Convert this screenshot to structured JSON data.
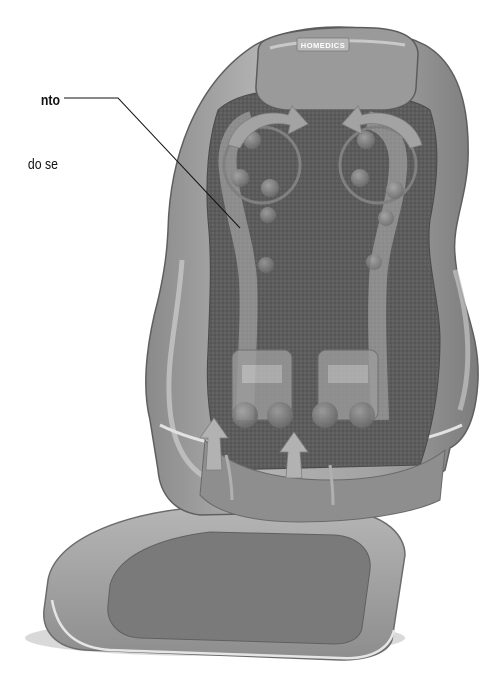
{
  "callout": {
    "title": "nto",
    "text": "do se"
  },
  "illustration": {
    "logo_text": "HOMEDICS"
  },
  "colors": {
    "body": "#9b9b9b",
    "mesh": "#5e5e5e",
    "panel": "#7d7d7d",
    "highlight": "#c4c4c4",
    "arrow": "#a8a8a8"
  }
}
